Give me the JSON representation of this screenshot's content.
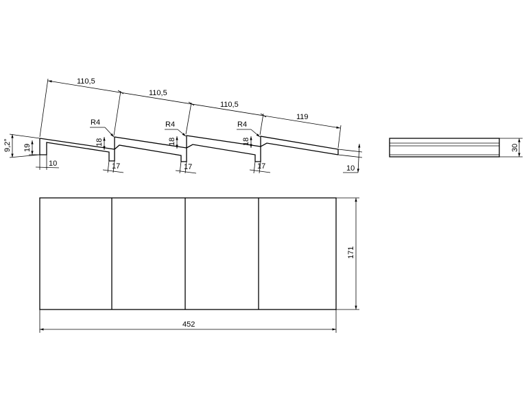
{
  "profile_view": {
    "pitch_dimensions": [
      "110,5",
      "110,5",
      "110,5"
    ],
    "last_step_length": "119",
    "radius_labels": [
      "R4",
      "R4",
      "R4"
    ],
    "riser_heights": [
      "19",
      "18",
      "18",
      "18"
    ],
    "nosing_widths": [
      "10",
      "17",
      "17",
      "17"
    ],
    "slope_angle": "9,2°",
    "end_thickness": "10"
  },
  "side_view": {
    "height": "30"
  },
  "plan_view": {
    "width": "452",
    "depth": "171",
    "panel_count": 4
  }
}
